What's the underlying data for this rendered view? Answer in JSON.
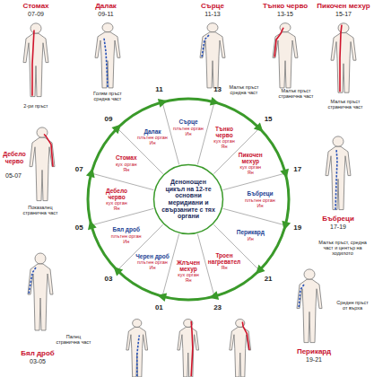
{
  "diagram": {
    "nodes": [
      {
        "text": [
          "Денонощен цикъл на 12-те основни меридиани и свързаните с тях органи"
        ]
      },
      {
        "text": [
          "Сърце",
          "плътен орган",
          "Ин"
        ]
      },
      {
        "text": [
          "Тънко черво",
          "кух орган",
          "Ян"
        ]
      },
      {
        "text": [
          "Пикочен мехур",
          "кух орган",
          "Ян"
        ]
      },
      {
        "text": [
          "Бъбреци",
          "плътен орган",
          "Ин"
        ]
      },
      {
        "text": [
          "Перикард",
          "Ин"
        ]
      },
      {
        "text": [
          "Троен нагревател",
          "Ян"
        ]
      },
      {
        "text": [
          "Жлъчен мехур",
          "кух орган",
          "Ян"
        ]
      },
      {
        "text": [
          "Черен дроб",
          "плътен орган",
          "Ин"
        ]
      },
      {
        "text": [
          "Бял дроб",
          "плътен орган",
          "Ин"
        ]
      },
      {
        "text": [
          "Дебело черво",
          "кух орган",
          "Ян"
        ]
      },
      {
        "text": [
          "Стомах",
          "кух орган",
          "Ян"
        ]
      },
      {
        "text": [
          "Далак",
          "плътен орган",
          "Ин"
        ]
      }
    ],
    "labels": [
      "11",
      "13",
      "15",
      "17",
      "19",
      "21",
      "23",
      "01",
      "03",
      "05",
      "07",
      "09",
      "Далак",
      "09-11",
      "Сърце",
      "11-13",
      "Тънко черво",
      "13-15",
      "Пикочен мехур",
      "15-17",
      "Бъбреци",
      "17-19",
      "Перикард",
      "19-21",
      "Стомах",
      "07-09",
      "Дебело черво",
      "05-07",
      "Бял дроб",
      "03-05",
      "Голям пръст средна част",
      "Малък пръст средна част",
      "Малък пръст странична част",
      "Малък пръст странична част",
      "Малък пръст, средна част и център на ходилото",
      "Среден пръст от върха",
      "2-ри пръст",
      "Показалец странична част",
      "Палец странична част"
    ]
  }
}
